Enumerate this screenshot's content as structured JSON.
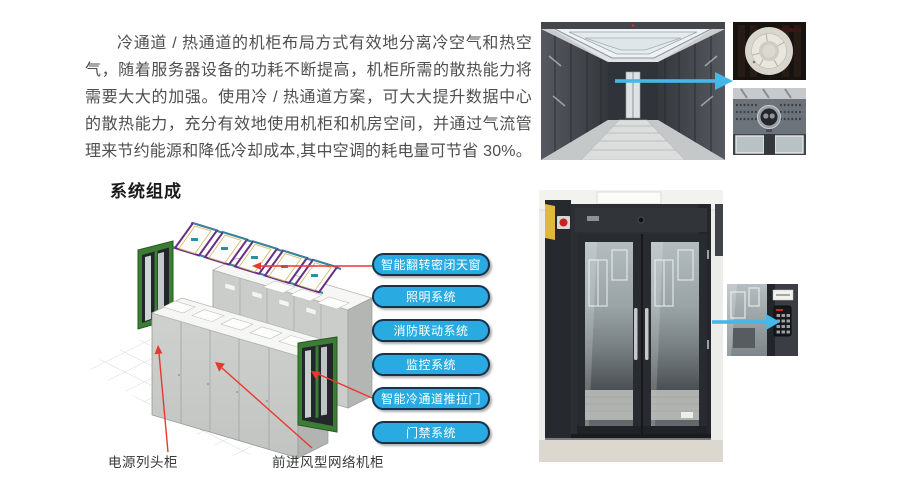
{
  "intro": {
    "paragraph": "冷通道 / 热通道的机柜布局方式有效地分离冷空气和热空气，随着服务器设备的功耗不断提高，机柜所需的散热能力将需要大大的加强。使用冷 / 热通道方案，可大大提升数据中心的散热能力，充分有效地使用机柜和机房空间，并通过气流管理来节约能源和降低冷却成本,其中空调的耗电量可节省 30%。"
  },
  "section": {
    "title": "系统组成"
  },
  "diagram": {
    "buttons": [
      "智能翻转密闭天窗",
      "照明系统",
      "消防联动系统",
      "监控系统",
      "智能冷通道推拉门",
      "门禁系统"
    ],
    "labels": [
      "电源列头柜",
      "前进风型网络机柜"
    ]
  },
  "colors": {
    "button_fill": "#29abe2",
    "button_border": "#16324f",
    "leader_red": "#e8392e",
    "arrow_cyan": "#45b8ea",
    "door_green": "#3b7d35",
    "skylight_purple": "#6b2e85",
    "skylight_teal": "#2a8f9b"
  }
}
